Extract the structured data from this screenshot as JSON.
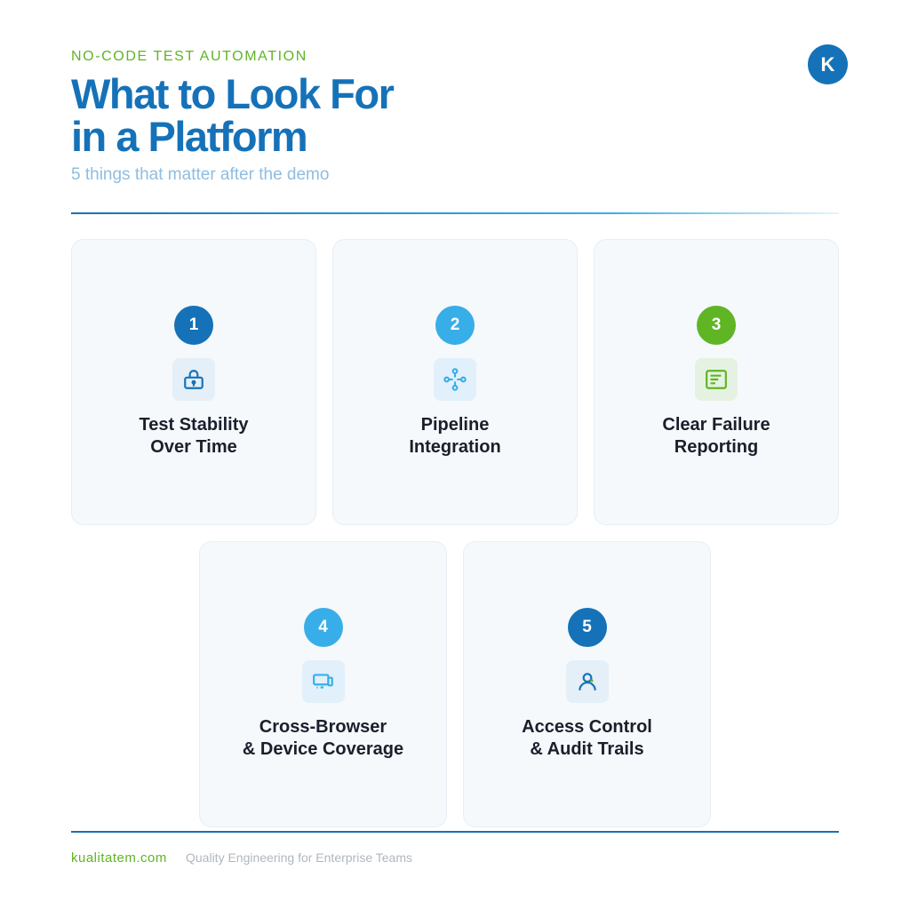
{
  "header": {
    "eyebrow": "NO-CODE TEST AUTOMATION",
    "title_line1": "What to Look For",
    "title_line2": "in a Platform",
    "subtitle": "5 things that matter after the demo",
    "logo": "K"
  },
  "cards": [
    {
      "number": "1",
      "title": "Test Stability\nOver Time",
      "icon": "lock-icon",
      "color": "#1572b8"
    },
    {
      "number": "2",
      "title": "Pipeline\nIntegration",
      "icon": "network-icon",
      "color": "#38aee8"
    },
    {
      "number": "3",
      "title": "Clear Failure\nReporting",
      "icon": "report-icon",
      "color": "#5fb524"
    },
    {
      "number": "4",
      "title": "Cross-Browser\n& Device Coverage",
      "icon": "devices-icon",
      "color": "#38aee8"
    },
    {
      "number": "5",
      "title": "Access Control\n& Audit Trails",
      "icon": "user-icon",
      "color": "#1572b8"
    }
  ],
  "footer": {
    "site": "kualitatem.com",
    "tagline": "Quality Engineering for Enterprise Teams"
  }
}
